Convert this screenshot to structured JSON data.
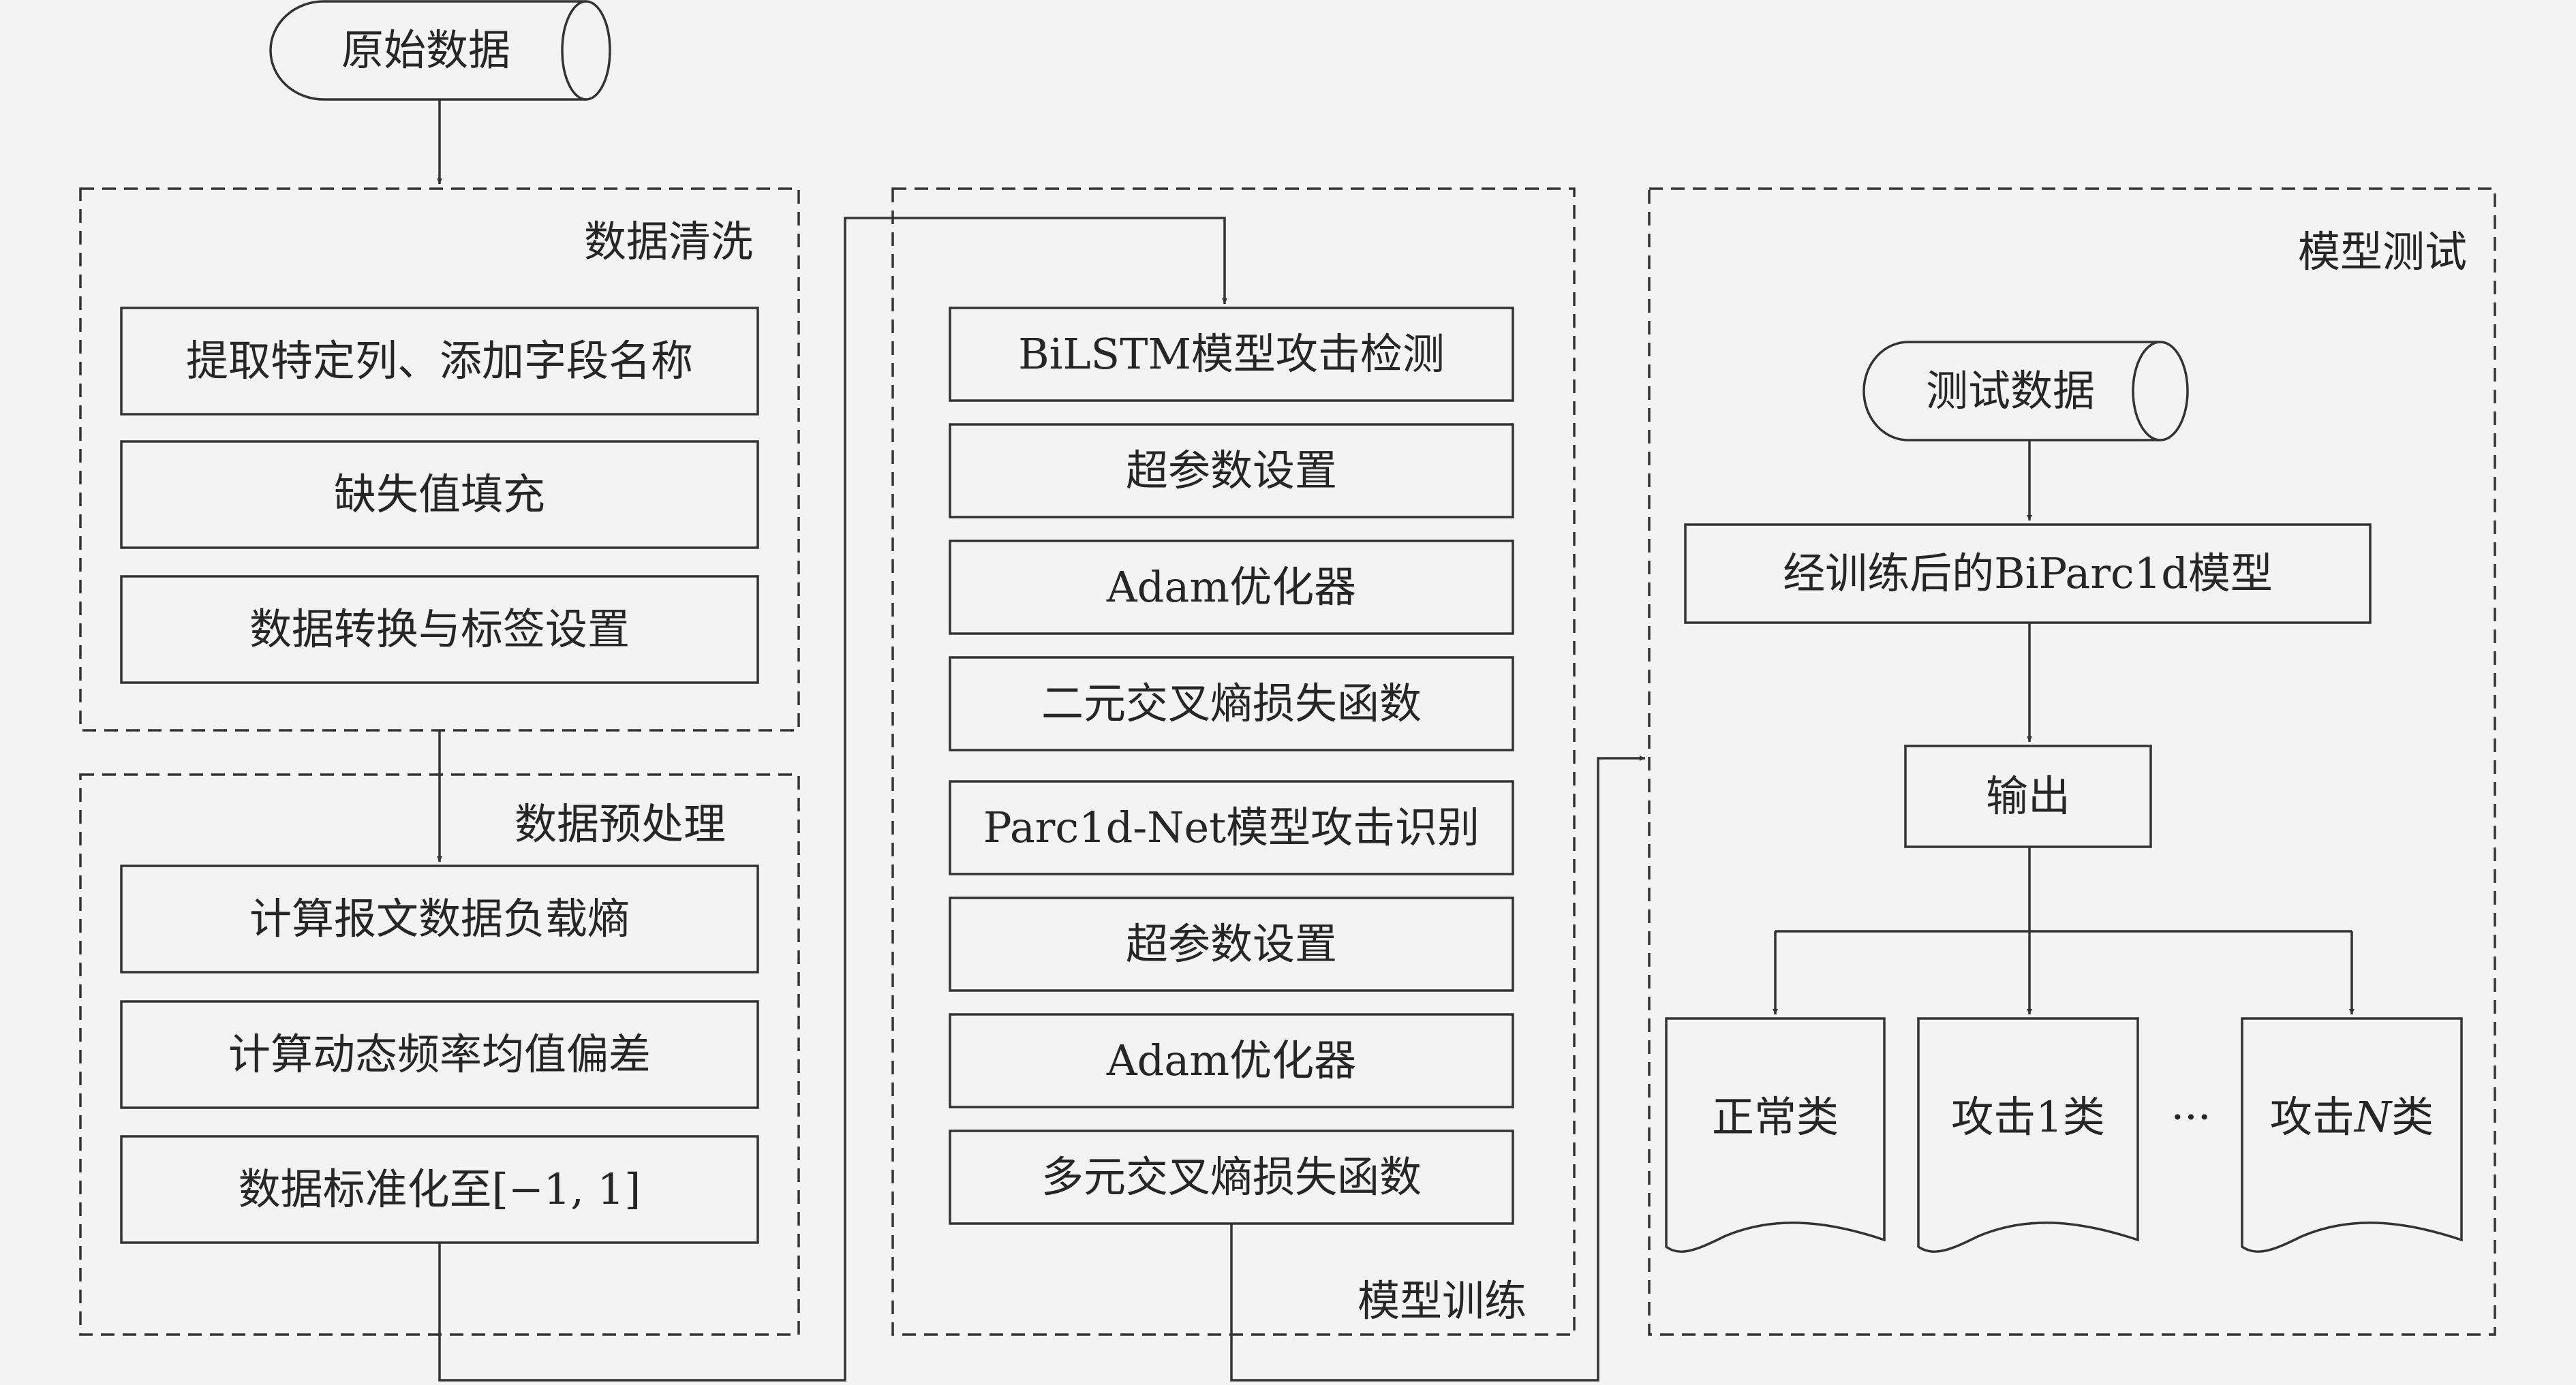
{
  "source_data": {
    "label": "原始数据"
  },
  "cleaning": {
    "title": "数据清洗",
    "steps": [
      "提取特定列、添加字段名称",
      "缺失值填充",
      "数据转换与标签设置"
    ]
  },
  "preprocessing": {
    "title": "数据预处理",
    "steps": [
      "计算报文数据负载熵",
      "计算动态频率均值偏差",
      "数据标准化至[−1, 1]"
    ]
  },
  "training": {
    "title": "模型训练",
    "steps": [
      "BiLSTM模型攻击检测",
      "超参数设置",
      "Adam优化器",
      "二元交叉熵损失函数",
      "Parc1d-Net模型攻击识别",
      "超参数设置",
      "Adam优化器",
      "多元交叉熵损失函数"
    ]
  },
  "testing": {
    "title": "模型测试",
    "test_data": "测试数据",
    "trained_model": "经训练后的BiParc1d模型",
    "output": "输出",
    "classes": {
      "normal": "正常类",
      "attack1": "攻击1类",
      "ellipsis": "···",
      "attackN_prefix": "攻击",
      "attackN_var": "N",
      "attackN_suffix": "类"
    }
  },
  "colors": {
    "background": "#f3f3f3",
    "stroke": "#333333",
    "text": "#262626"
  }
}
